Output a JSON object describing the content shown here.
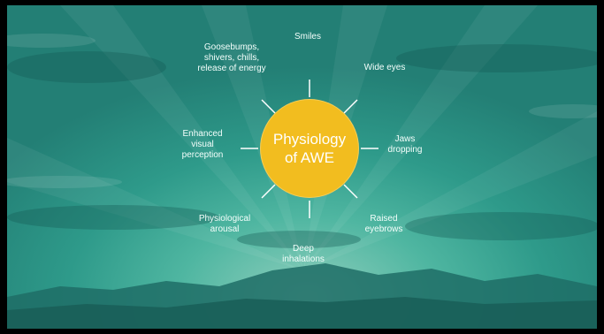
{
  "diagram": {
    "center_title": "Physiology of AWE",
    "labels": [
      "Smiles",
      "Wide eyes",
      "Jaws dropping",
      "Raised eyebrows",
      "Deep inhalations",
      "Physiological arousal",
      "Enhanced visual perception",
      "Goosebumps, shivers, chills, release of energy"
    ]
  },
  "colors": {
    "hub": "#f2bd1f",
    "spoke": "#ffffff",
    "background": "#2e9a8a"
  }
}
